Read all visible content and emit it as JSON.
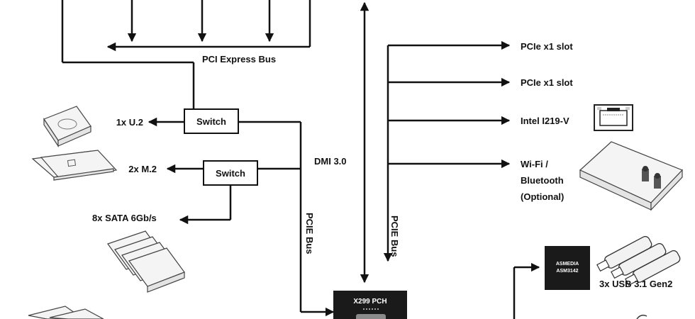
{
  "colors": {
    "line": "#111111",
    "chip": "#1a1a1a",
    "background": "#ffffff"
  },
  "labels": {
    "pci_express_bus": "PCI Express Bus",
    "dmi": "DMI 3.0",
    "pcie_bus_left": "PCIE Bus",
    "pcie_bus_right": "PCIE Bus"
  },
  "switches": {
    "upper": "Switch",
    "lower": "Switch"
  },
  "storage": {
    "u2": "1x U.2",
    "m2": "2x M.2",
    "sata": "8x SATA 6Gb/s"
  },
  "pch": {
    "name": "X299 PCH"
  },
  "slots": {
    "pcie_x1_a": "PCIe x1 slot",
    "pcie_x1_b": "PCIe x1 slot",
    "lan": "Intel I219-V",
    "wifi_line1": "Wi-Fi /",
    "wifi_line2": "Bluetooth",
    "wifi_line3": "(Optional)"
  },
  "usb": {
    "chip_line1": "ASMEDIA",
    "chip_line2": "ASM3142",
    "label": "3x USB 3.1 Gen2"
  },
  "icons": [
    "hdd-icon",
    "m2-ssd-icon",
    "sata-drives-icon",
    "ethernet-port-icon",
    "wifi-module-icon",
    "usb-drives-icon"
  ]
}
